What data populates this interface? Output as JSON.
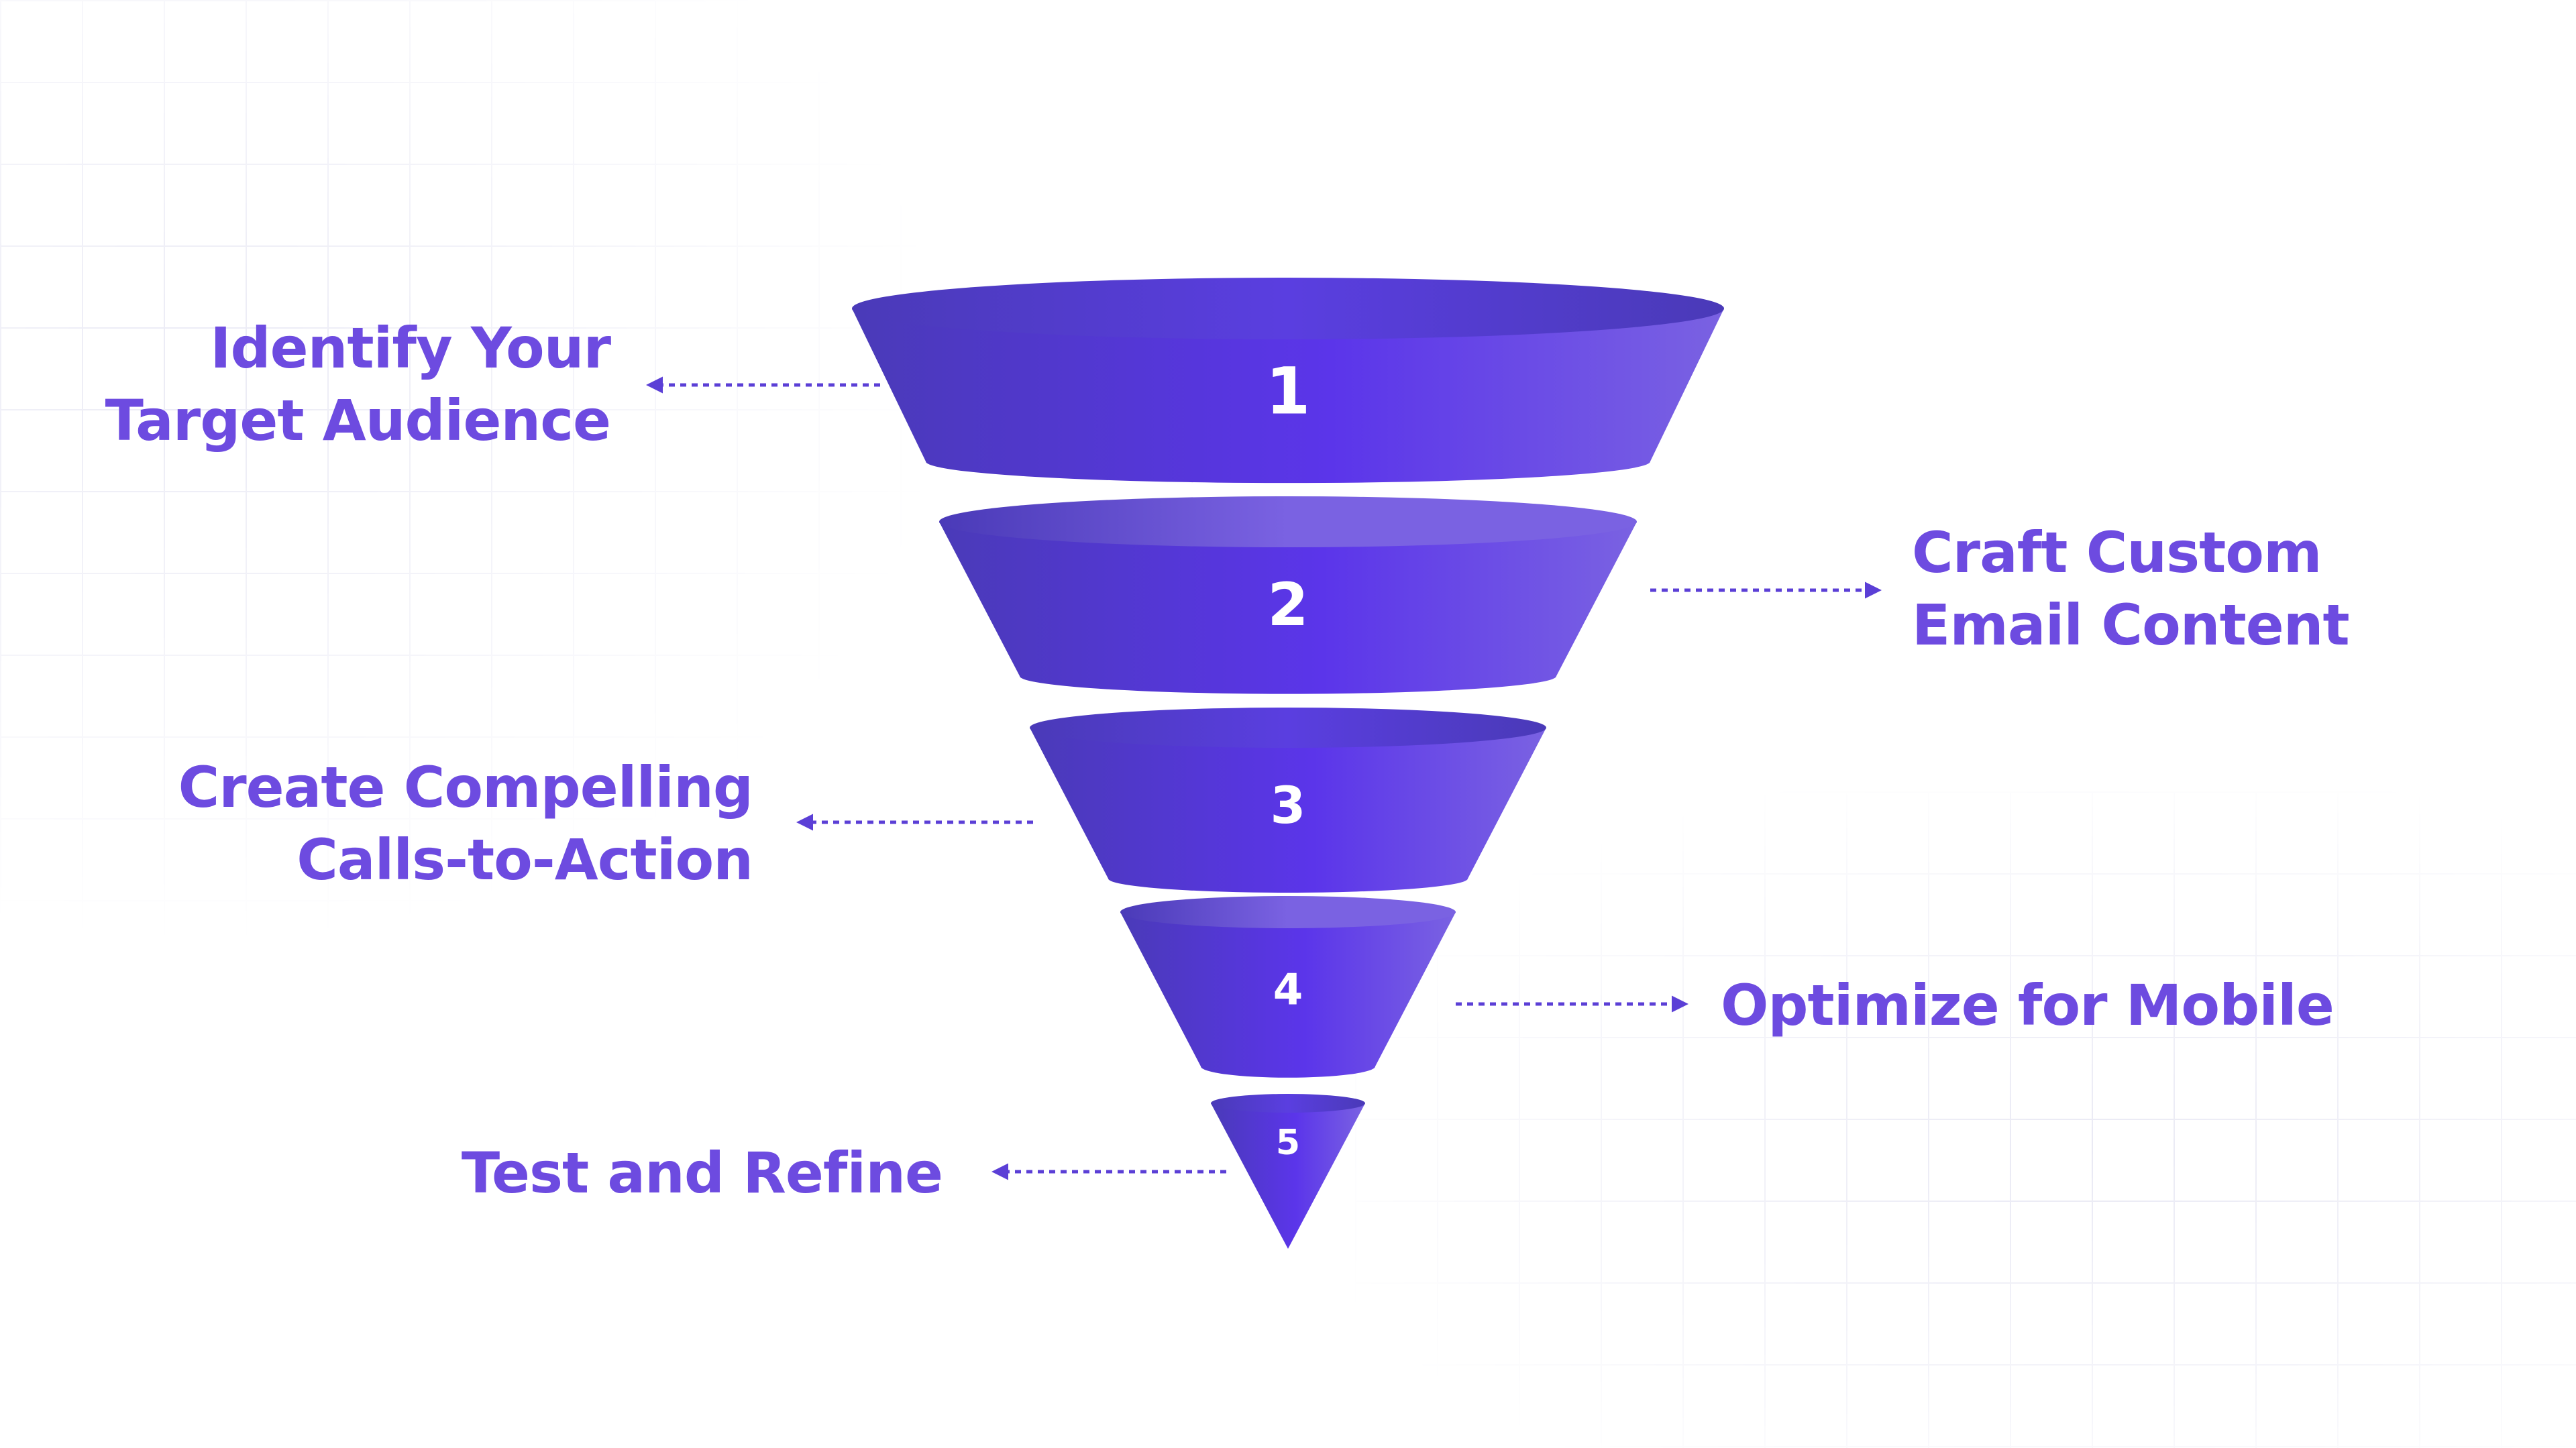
{
  "funnel": {
    "steps": [
      {
        "number": "1",
        "lines": [
          "Identify Your",
          "Target Audience"
        ]
      },
      {
        "number": "2",
        "lines": [
          "Craft Custom",
          "Email Content"
        ]
      },
      {
        "number": "3",
        "lines": [
          "Create Compelling",
          "Calls-to-Action"
        ]
      },
      {
        "number": "4",
        "lines": [
          "Optimize for Mobile"
        ]
      },
      {
        "number": "5",
        "lines": [
          "Test and Refine"
        ]
      }
    ]
  },
  "colors": {
    "label_text": "#6d4be0",
    "funnel_dark": "#4a3ab8",
    "funnel_mid": "#5b35ea",
    "funnel_light": "#7a62e2",
    "rim": "#5a3ee0",
    "arrow": "#5b3fd6",
    "number_text": "#ffffff",
    "grid": "#e7e7f3"
  }
}
